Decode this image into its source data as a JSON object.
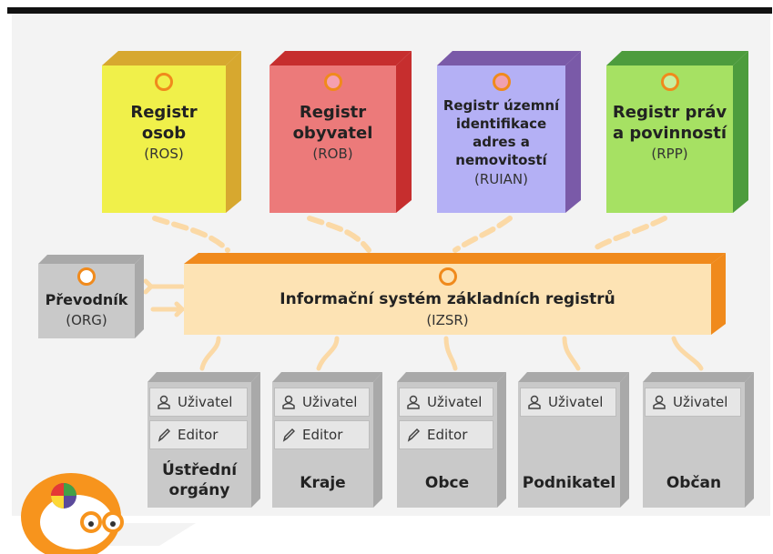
{
  "colors": {
    "orange": "#f08a1c",
    "ros": "#f0f04a",
    "rob": "#ec7a7a",
    "ruian": "#b4b0f5",
    "rpp": "#a6e163",
    "izsr": "#fde3b4",
    "gray": "#c9c9c9"
  },
  "registers": [
    {
      "name1": "Registr",
      "name2": "osob",
      "name3": "",
      "name4": "",
      "abbr": "(ROS)"
    },
    {
      "name1": "Registr",
      "name2": "obyvatel",
      "name3": "",
      "name4": "",
      "abbr": "(ROB)"
    },
    {
      "name1": "Registr územní",
      "name2": "identifikace",
      "name3": "adres a",
      "name4": "nemovitostí",
      "abbr": "(RUIAN)"
    },
    {
      "name1": "Registr práv",
      "name2": "a povinností",
      "name3": "",
      "name4": "",
      "abbr": "(RPP)"
    }
  ],
  "converter": {
    "name": "Převodník",
    "abbr": "(ORG)"
  },
  "izsr": {
    "name": "Informační systém základních registrů",
    "abbr": "(IZSR)"
  },
  "consumers": [
    {
      "label1": "Ústřední",
      "label2": "orgány",
      "user": "Uživatel",
      "editor": "Editor"
    },
    {
      "label1": "Kraje",
      "label2": "",
      "user": "Uživatel",
      "editor": "Editor"
    },
    {
      "label1": "Obce",
      "label2": "",
      "user": "Uživatel",
      "editor": "Editor"
    },
    {
      "label1": "Podnikatel",
      "label2": "",
      "user": "Uživatel",
      "editor": ""
    },
    {
      "label1": "Občan",
      "label2": "",
      "user": "Uživatel",
      "editor": ""
    }
  ]
}
